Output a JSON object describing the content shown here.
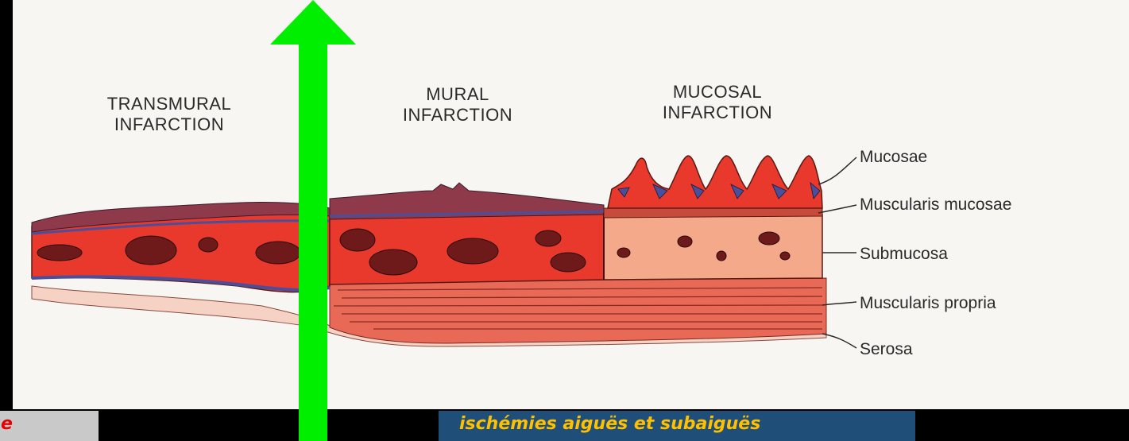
{
  "titles": {
    "transmural": [
      "TRANSMURAL",
      "INFARCTION"
    ],
    "mural": [
      "MURAL",
      "INFARCTION"
    ],
    "mucosal": [
      "MUCOSAL",
      "INFARCTION"
    ]
  },
  "layers": [
    "Mucosae",
    "Muscularis mucosae",
    "Submucosa",
    "Muscularis propria",
    "Serosa"
  ],
  "captions": {
    "left": "ique",
    "right": "ischémies aiguës et subaiguës"
  },
  "colors": {
    "frame": "#000000",
    "panel": "#f7f6f3",
    "arrow": "#00ee00",
    "infarct_red": "#e8392c",
    "dark_lesion": "#6e1a1a",
    "vessel_blue": "#4a4f9c",
    "submucosa": "#f4a98a",
    "serosa": "#f5d2c4",
    "caption_left_bg": "#c9c9c9",
    "caption_left_text": "#e60000",
    "caption_right_bg": "#1f4e79",
    "caption_right_text": "#ffc000"
  }
}
